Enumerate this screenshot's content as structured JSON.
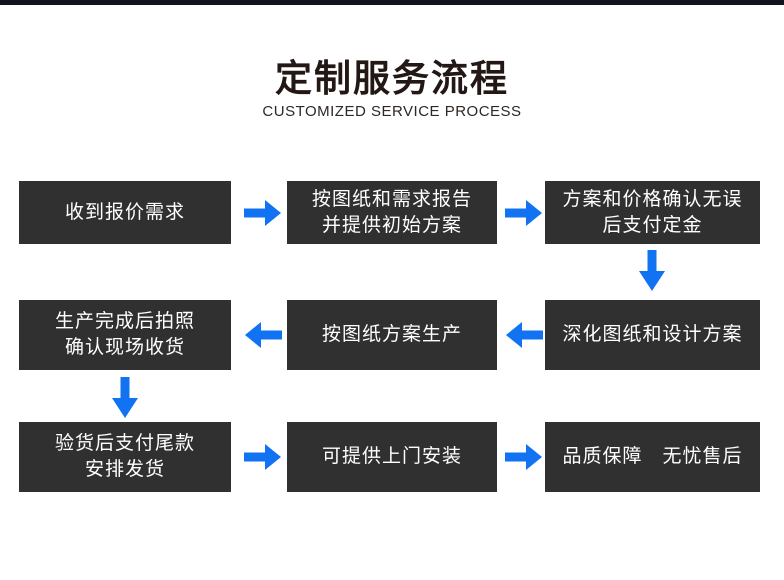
{
  "header": {
    "title": "定制服务流程",
    "subtitle": "CUSTOMIZED SERVICE PROCESS"
  },
  "colors": {
    "top_bar": "#10151d",
    "box_background": "#303030",
    "box_text": "#ffffff",
    "arrow": "#1173f2",
    "title_text": "#231815",
    "subtitle_text": "#2e2724"
  },
  "flow": {
    "steps": [
      {
        "text": "收到报价需求"
      },
      {
        "text": "按图纸和需求报告\n并提供初始方案"
      },
      {
        "text": "方案和价格确认无误\n后支付定金"
      },
      {
        "text": "深化图纸和设计方案"
      },
      {
        "text": "按图纸方案生产"
      },
      {
        "text": "生产完成后拍照\n确认现场收货"
      },
      {
        "text": "验货后支付尾款\n安排发货"
      },
      {
        "text": "可提供上门安装"
      },
      {
        "text": "品质保障　无忧售后"
      }
    ],
    "icons": {
      "right_arrow": "arrow-right-icon",
      "left_arrow": "arrow-left-icon",
      "down_arrow": "arrow-down-icon"
    }
  }
}
